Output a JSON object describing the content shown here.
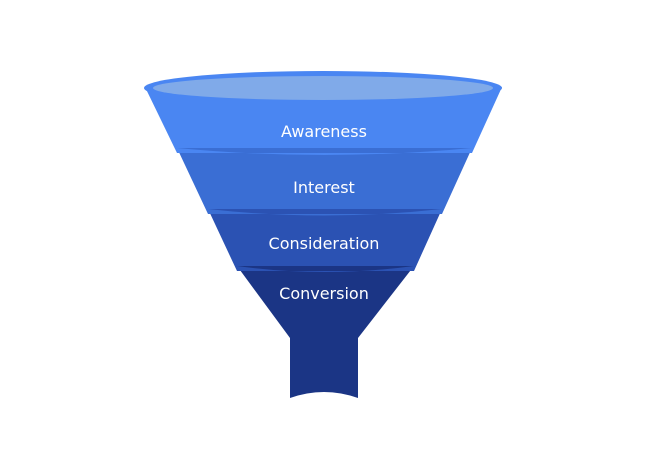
{
  "funnel": {
    "stages": [
      {
        "label": "Awareness",
        "color": "#4a86f2"
      },
      {
        "label": "Interest",
        "color": "#3a6ed4"
      },
      {
        "label": "Consideration",
        "color": "#2b52b3"
      },
      {
        "label": "Conversion",
        "color": "#1b3585"
      }
    ],
    "rim_color": "#80aae9",
    "rim_edge_color": "#4a86f2",
    "spout_color": "#1b3585"
  }
}
